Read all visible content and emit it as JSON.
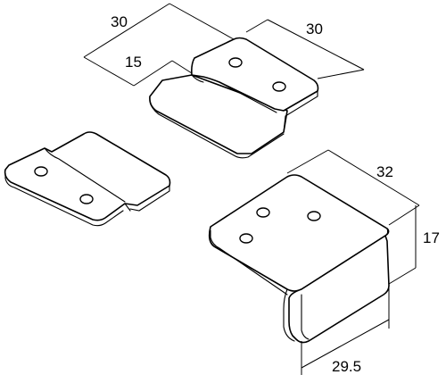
{
  "dimensions": {
    "top_plate_width": "30",
    "top_plate_depth": "30",
    "top_plate_offset": "15",
    "angle_bracket_depth": "32",
    "angle_bracket_height": "17",
    "angle_bracket_width": "29.5"
  }
}
